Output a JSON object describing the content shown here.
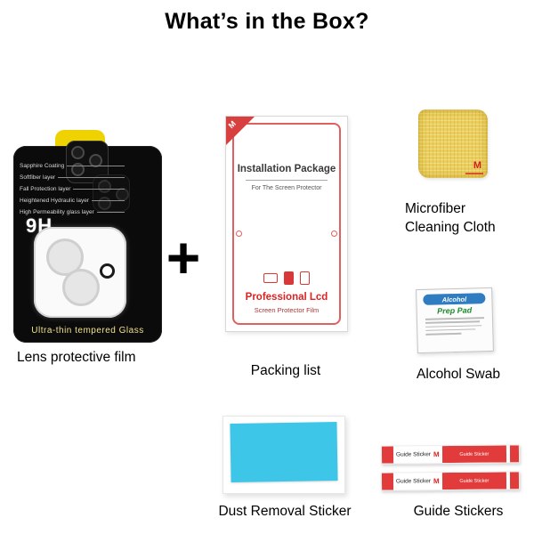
{
  "page": {
    "title": "What’s in the Box?"
  },
  "lens_film": {
    "label": "Lens protective film",
    "hardness": "9H",
    "bottom_text": "Ultra-thin tempered Glass",
    "layers": [
      "Sapphire Coating",
      "Softfiber layer",
      "Fall Protection layer",
      "Heightened Hydraulic layer",
      "High Permeability glass layer"
    ]
  },
  "plus_sign": "+",
  "packing_list": {
    "label": "Packing list",
    "brand": "M",
    "title": "Installation Package",
    "subtitle": "For The Screen Protector",
    "footer_title": "Professional Lcd",
    "footer_subtitle": "Screen Protector Film"
  },
  "cleaning_cloth": {
    "label_line1": "Microfiber",
    "label_line2": "Cleaning Cloth",
    "brand": "M"
  },
  "alcohol_swab": {
    "label": "Alcohol Swab",
    "pack_title_line1": "Alcohol",
    "pack_title_line2": "Prep Pad"
  },
  "dust_sticker": {
    "label": "Dust Removal Sticker"
  },
  "guide_stickers": {
    "label": "Guide Stickers",
    "strip_text": "Guide Sticker",
    "brand": "M"
  }
}
